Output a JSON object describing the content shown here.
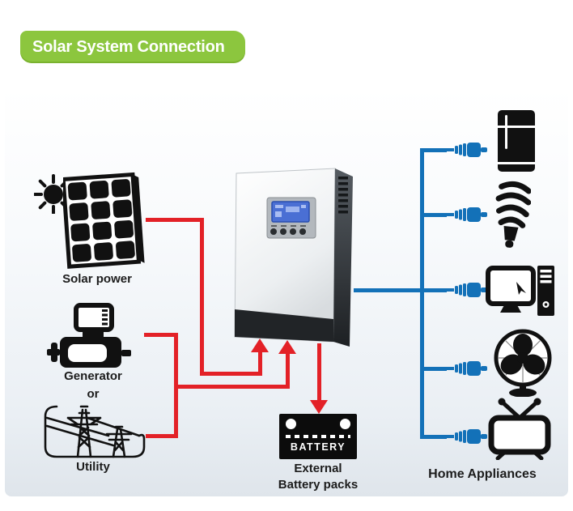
{
  "title": {
    "label": "Solar System Connection"
  },
  "sources": {
    "solar": {
      "label": "Solar power",
      "icons": [
        "sun-icon",
        "solar-panel-icon"
      ]
    },
    "generator": {
      "label": "Generator",
      "icon": "generator-icon"
    },
    "or_label": "or",
    "utility": {
      "label": "Utility",
      "icon": "utility-towers-icon"
    }
  },
  "inverter": {
    "icon": "solar-inverter-unit",
    "display_icon": "lcd-display"
  },
  "battery": {
    "label": "BATTERY",
    "caption_line1": "External",
    "caption_line2": "Battery packs",
    "icon": "battery-icon"
  },
  "appliances": {
    "caption": "Home Appliances",
    "items": [
      {
        "name": "refrigerator",
        "icon": "refrigerator-icon"
      },
      {
        "name": "cfl-bulb",
        "icon": "cfl-bulb-icon"
      },
      {
        "name": "desktop-computer",
        "icon": "computer-icon"
      },
      {
        "name": "electric-fan",
        "icon": "fan-icon"
      },
      {
        "name": "television",
        "icon": "tv-icon"
      }
    ]
  },
  "connections": {
    "input_line_color": "#e32127",
    "output_line_color": "#1371b8",
    "plug_icon": "power-plug-icon"
  },
  "colors": {
    "banner_green": "#8cc63e",
    "icon_black": "#111111"
  }
}
